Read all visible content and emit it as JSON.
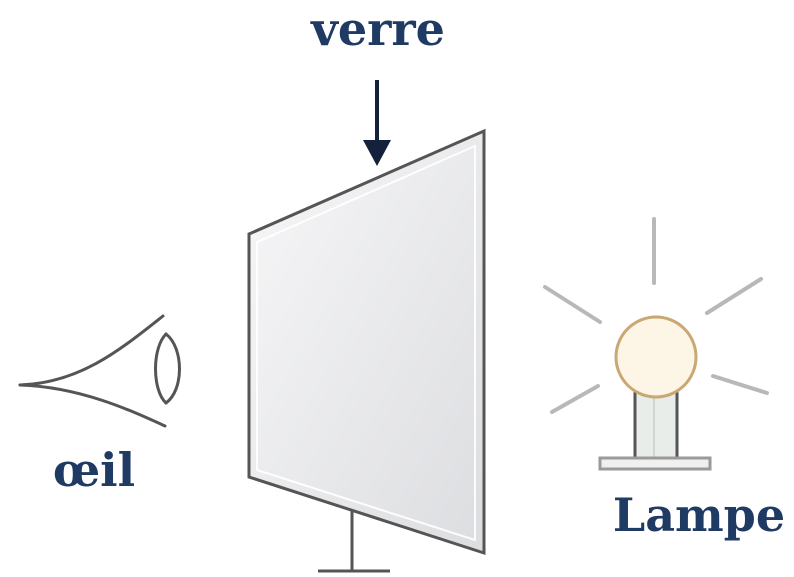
{
  "labels": {
    "glass": "verre",
    "eye": "œil",
    "lamp": "Lampe"
  },
  "colors": {
    "label_text": "#1f3b63",
    "arrow": "#15213a",
    "outline": "#555555",
    "glass_fill_light": "#f7f7f8",
    "glass_fill_dark": "#dcdde0",
    "ray": "#b8b8b8",
    "bulb_fill": "#fdf6e6",
    "bulb_stroke": "#c9a874",
    "stem_fill": "#e8ede9",
    "base_fill": "#f0f0f0",
    "base_stroke": "#9a9a9a"
  },
  "icons": {
    "eye": "eye-icon",
    "lamp": "lamp-icon",
    "arrow": "arrow-down-icon"
  }
}
